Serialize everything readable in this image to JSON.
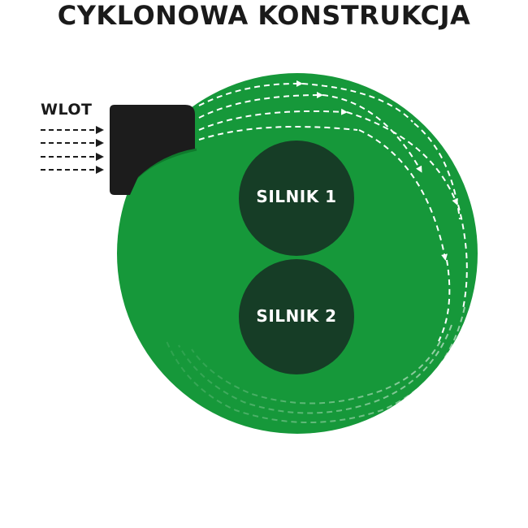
{
  "title": "CYKLONOWA KONSTRUKCJA",
  "inlet_label": "WLOT",
  "motors": [
    {
      "label": "SILNIK 1"
    },
    {
      "label": "SILNIK 2"
    }
  ],
  "colors": {
    "housing": "#16983a",
    "housing_edge": "#0f7a2c",
    "motor": "#163d26",
    "inlet": "#1c1c1c",
    "airflow": "#ffffff",
    "text": "#1a1a1a"
  }
}
